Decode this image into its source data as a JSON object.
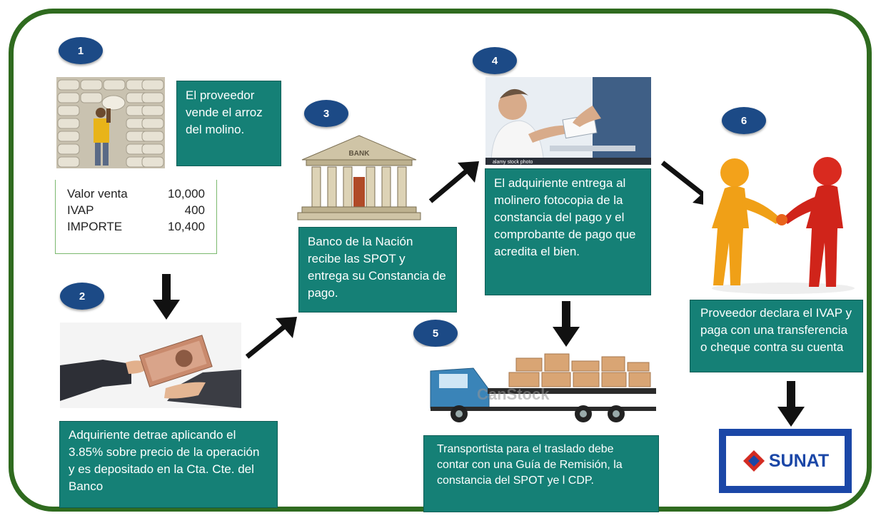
{
  "steps": [
    {
      "number": "1",
      "text": "El proveedor vende el arroz del molino."
    },
    {
      "number": "2",
      "text": "Adquiriente detrae aplicando el 3.85% sobre precio de la operación y es depositado en la Cta. Cte. del Banco"
    },
    {
      "number": "3",
      "text": "Banco de la Nación recibe las SPOT y entrega su Constancia de pago."
    },
    {
      "number": "4",
      "text": "El adquiriente entrega al molinero fotocopia de la constancia del pago y el comprobante de pago que acredita el bien."
    },
    {
      "number": "5",
      "text": "Transportista para el traslado debe contar con una Guía de Remisión, la constancia del SPOT ye l CDP."
    },
    {
      "number": "6",
      "text": "Proveedor declara el IVAP y paga con una transferencia o cheque contra su cuenta"
    }
  ],
  "receipt": {
    "rows": [
      {
        "label": "Valor venta",
        "value": "10,000"
      },
      {
        "label": "IVAP",
        "value": "400"
      },
      {
        "label": "IMPORTE",
        "value": "10,400"
      }
    ]
  },
  "bank_sign": "BANK",
  "stock_caption": "alamy stock photo",
  "watermark": "CanStock",
  "logo_text": "SUNAT",
  "colors": {
    "frame": "#2f6b1f",
    "badge": "#1c4a86",
    "textbox": "#158076",
    "sunat": "#1b47a7"
  }
}
